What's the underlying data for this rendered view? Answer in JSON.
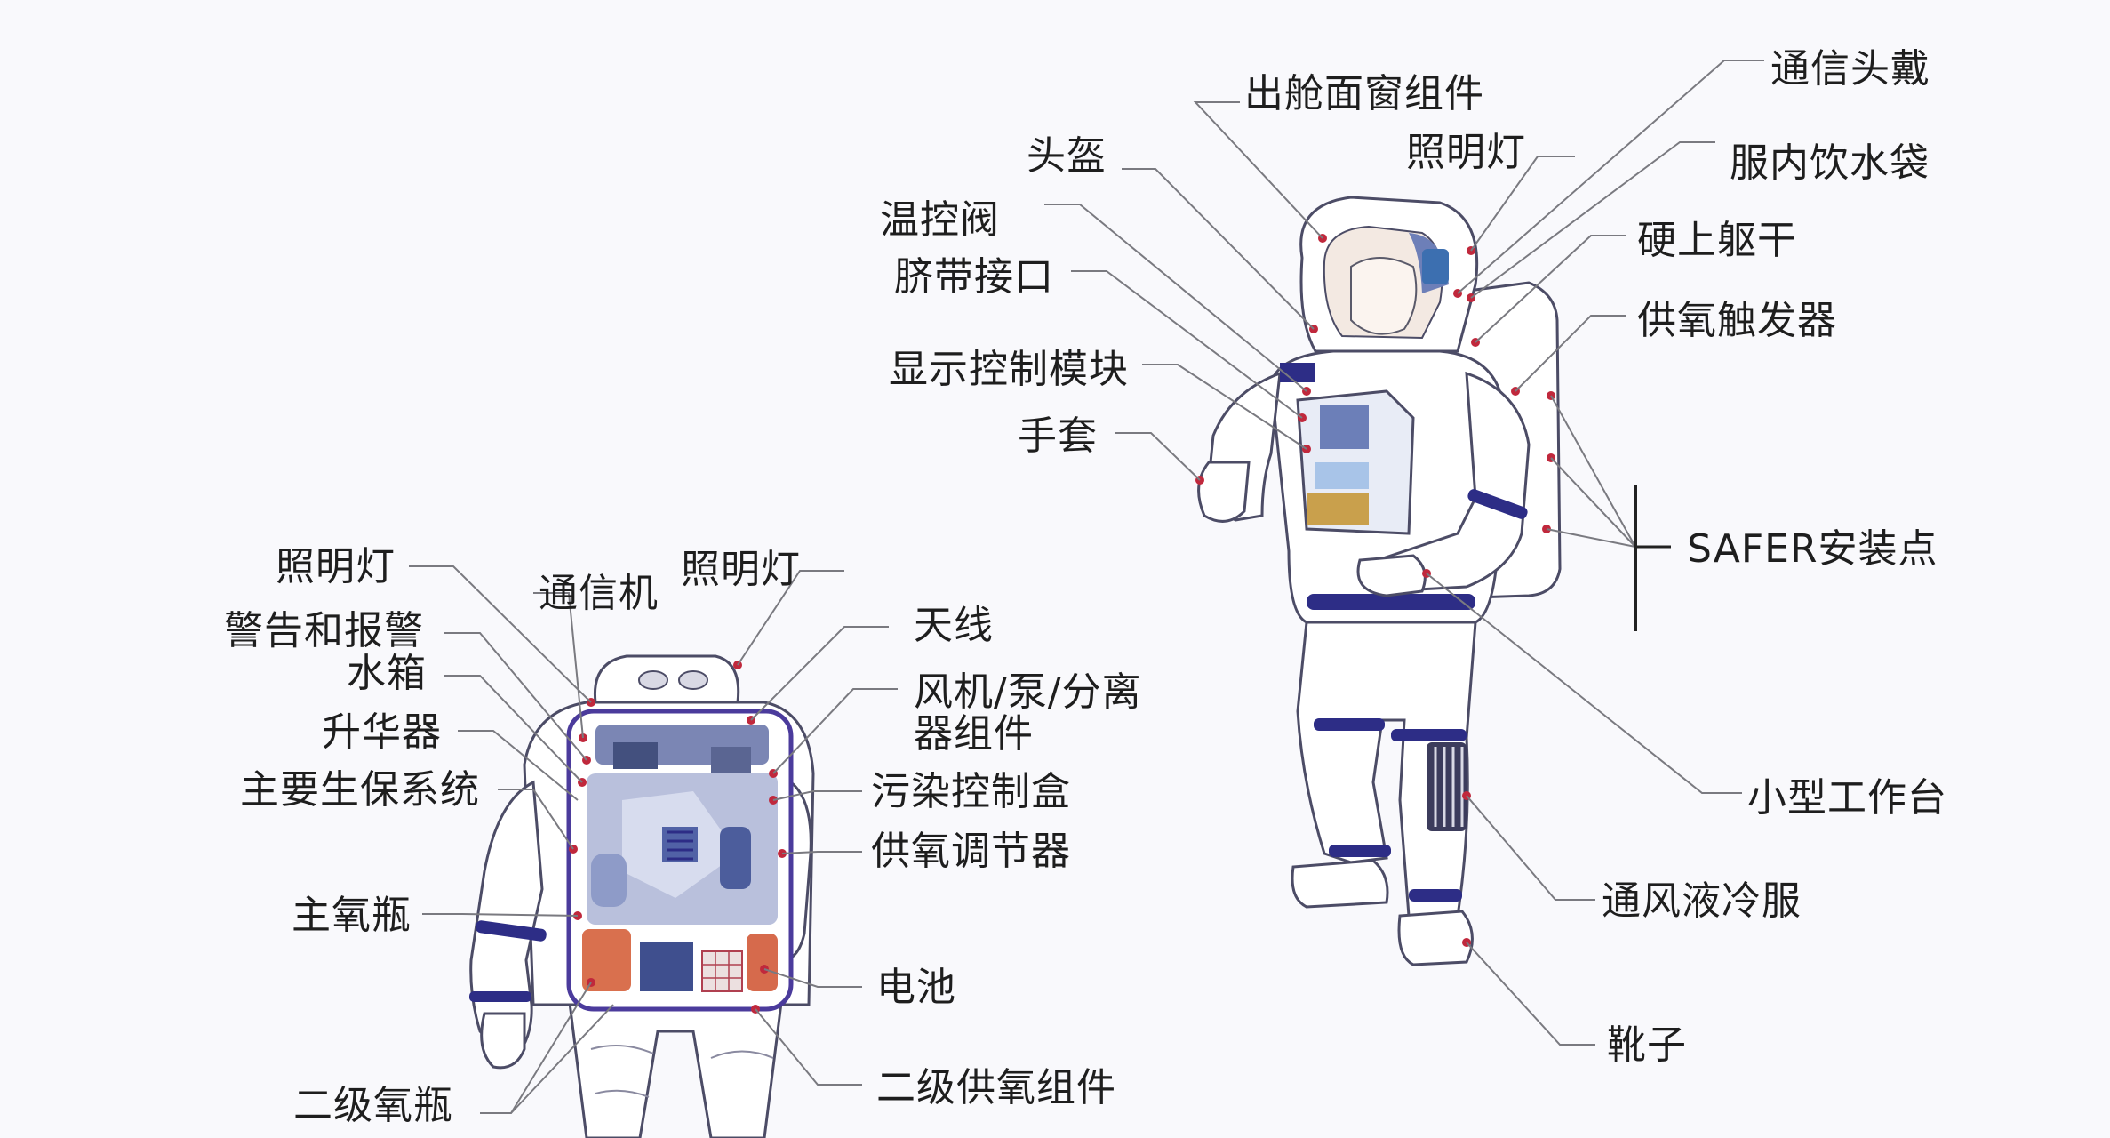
{
  "colors": {
    "background": "#f9f9fc",
    "suit_outline": "#4c4c66",
    "suit_band": "#2d2d86",
    "anchor_dot": "#c0283c",
    "leader_line": "#7a7a80",
    "label_text": "#1e1e1e"
  },
  "left_figure": {
    "labels": {
      "lighting_left": "照明灯",
      "comm_unit": "通信机",
      "lighting_right": "照明灯",
      "warning_alarm": "警告和报警",
      "antenna": "天线",
      "water_tank": "水箱",
      "fan_pump_line1": "风机/泵/分离",
      "fan_pump_line2": "器组件",
      "sublimator": "升华器",
      "contamination_box": "污染控制盒",
      "primary_life_support": "主要生保系统",
      "oxygen_regulator": "供氧调节器",
      "main_oxygen_bottle": "主氧瓶",
      "battery": "电池",
      "secondary_oxygen_bottle": "二级氧瓶",
      "secondary_oxygen_assembly": "二级供氧组件"
    }
  },
  "right_figure": {
    "labels": {
      "visor_assembly": "出舱面窗组件",
      "comm_headset": "通信头戴",
      "helmet": "头盔",
      "lighting": "照明灯",
      "drink_bag": "服内饮水袋",
      "temp_valve": "温控阀",
      "hard_upper_torso": "硬上躯干",
      "umbilical_port": "脐带接口",
      "oxygen_trigger": "供氧触发器",
      "display_control_module": "显示控制模块",
      "glove": "手套",
      "safer_mount": "SAFER安装点",
      "mini_workstation": "小型工作台",
      "cooling_garment": "通风液冷服",
      "boots": "靴子"
    }
  }
}
